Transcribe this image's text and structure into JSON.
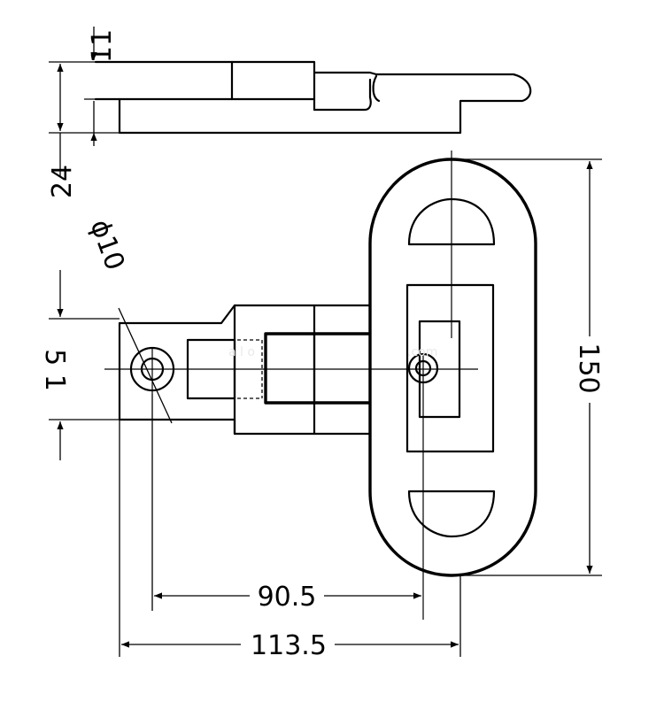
{
  "dimensions": {
    "top_thickness": "11",
    "total_height": "24",
    "hole_diameter": "ϕ10",
    "plate_height": "5 1",
    "overall_length": "150",
    "hole_spacing": "90.5",
    "overall_width": "113.5"
  },
  "watermark": {
    "left": "a  l o",
    "right": ".com"
  }
}
